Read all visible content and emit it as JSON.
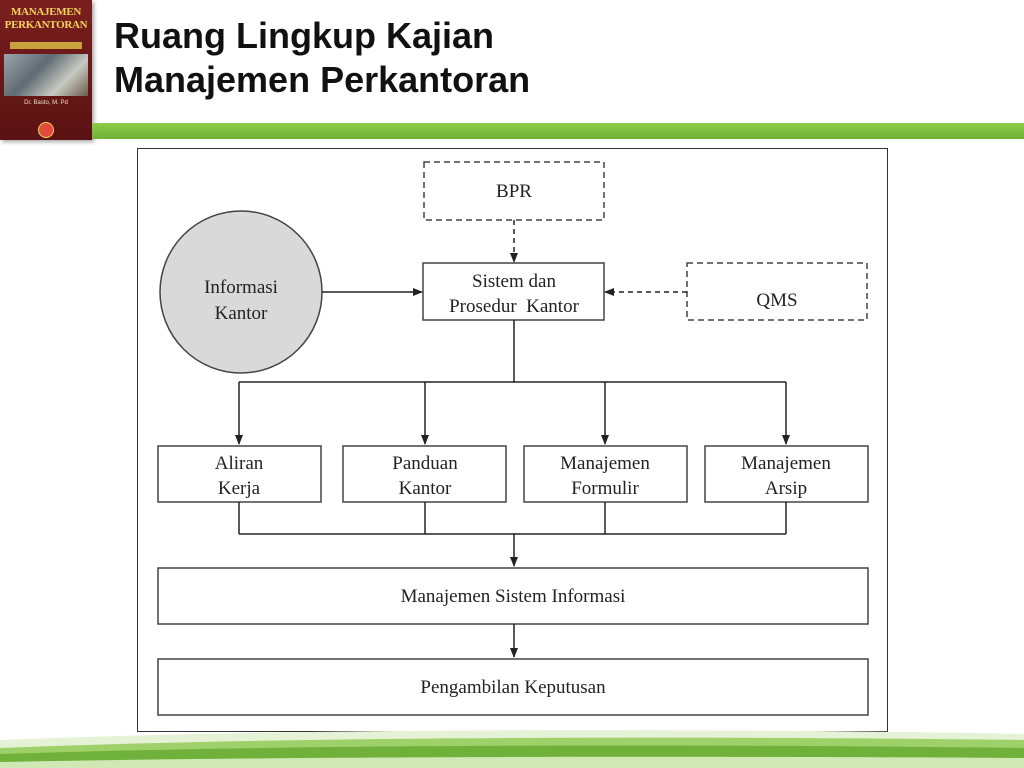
{
  "slide": {
    "title_line1": "Ruang Lingkup Kajian",
    "title_line2": "Manajemen Perkantoran"
  },
  "book_cover": {
    "title_line1": "MANAJEMEN",
    "title_line2": "PERKANTORAN",
    "author": "Dr. Basto, M. Pd"
  },
  "diagram": {
    "bpr": "BPR",
    "informasi_kantor": [
      "Informasi",
      "Kantor"
    ],
    "sistem_prosedur": [
      "Sistem dan",
      "Prosedur  Kantor"
    ],
    "qms": "QMS",
    "aliran_kerja": [
      "Aliran",
      "Kerja"
    ],
    "panduan_kantor": [
      "Panduan",
      "Kantor"
    ],
    "manajemen_formulir": [
      "Manajemen",
      "Formulir"
    ],
    "manajemen_arsip": [
      "Manajemen",
      "Arsip"
    ],
    "manajemen_sistem_informasi": "Manajemen Sistem Informasi",
    "pengambilan_keputusan": "Pengambilan Keputusan"
  },
  "colors": {
    "green_bar": "#7cbf42",
    "circle_fill": "#d9d9d9",
    "line": "#222222"
  }
}
